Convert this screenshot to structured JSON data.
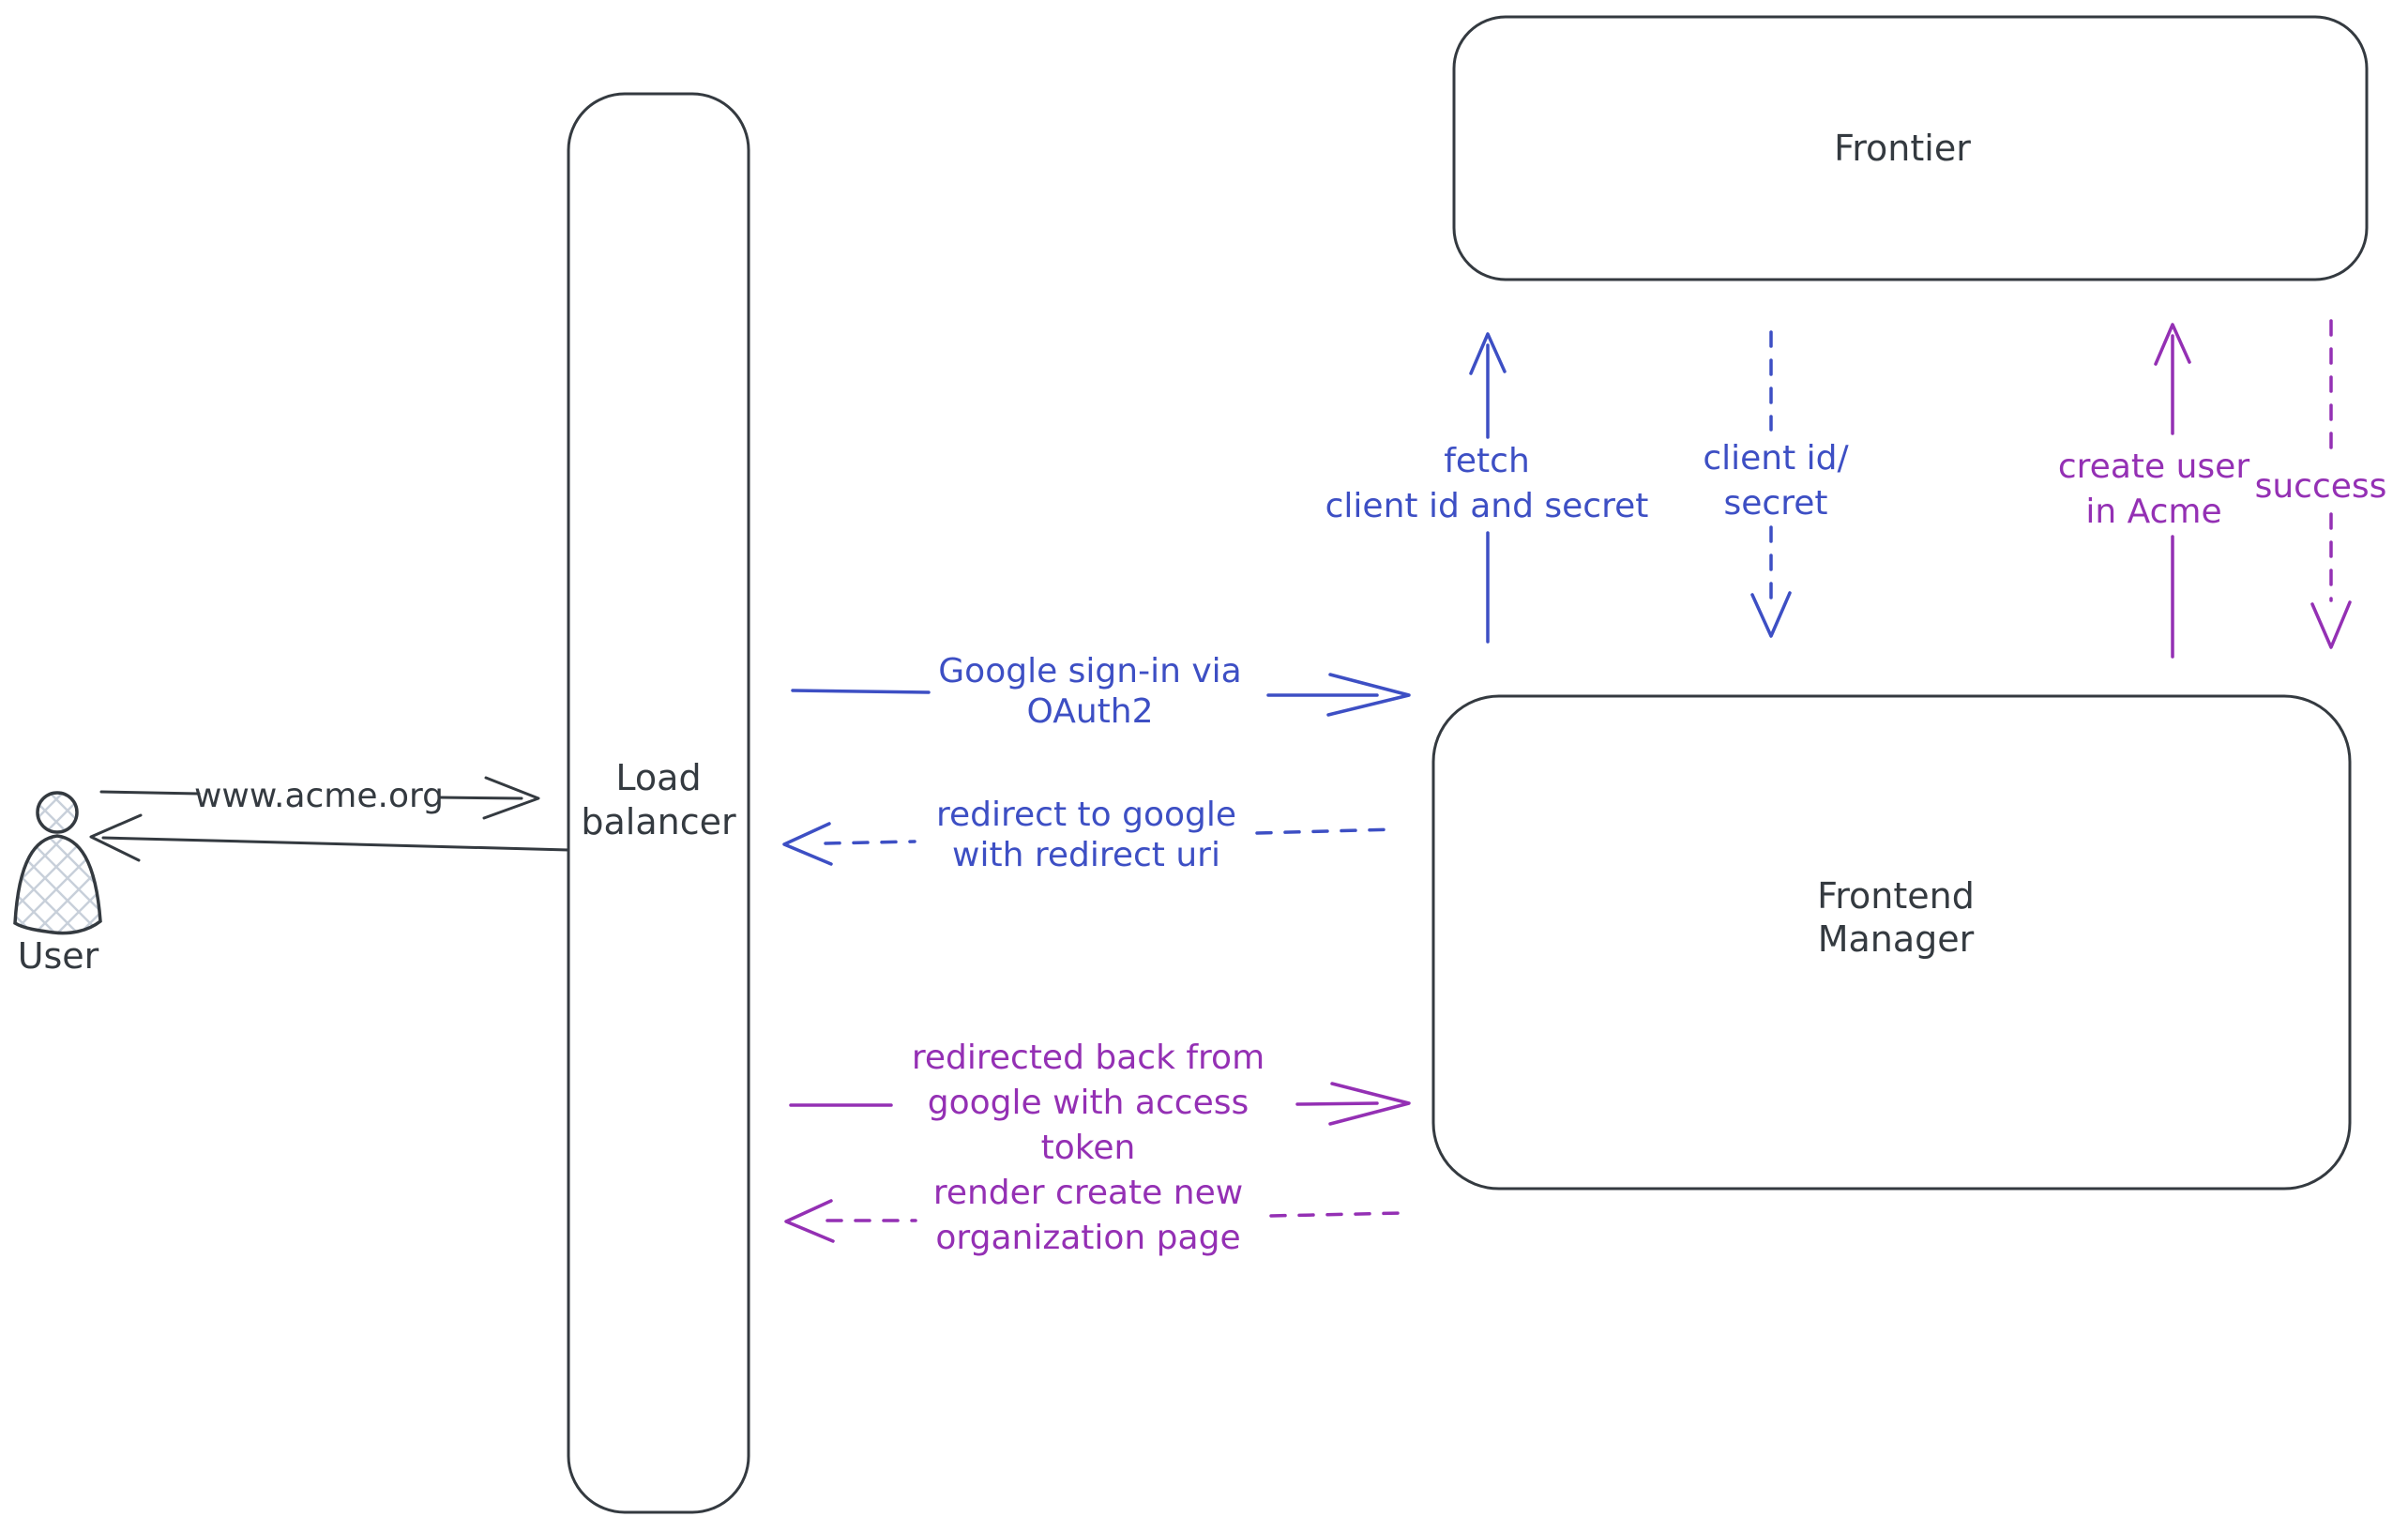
{
  "colors": {
    "background": "#ffffff",
    "ink": "#343a40",
    "blue": "#3d4fc4",
    "purple": "#9430b4",
    "hatch": "#c8d0da"
  },
  "nodes": {
    "user": {
      "label": "User",
      "icon": "person-icon"
    },
    "load_balancer": {
      "label": "Load\nbalancer"
    },
    "frontier": {
      "label": "Frontier"
    },
    "frontend_manager": {
      "label": "Frontend\nManager"
    }
  },
  "edges": {
    "acme_url": {
      "label": "www.acme.org",
      "from": "user",
      "to": "load_balancer",
      "style": "solid",
      "direction": "right"
    },
    "lb_reply": {
      "label": "",
      "from": "load_balancer",
      "to": "user",
      "style": "solid",
      "direction": "left"
    },
    "google_signin": {
      "label": "Google sign-in via\nOAuth2",
      "from": "load_balancer",
      "to": "frontend_manager",
      "style": "solid",
      "direction": "right"
    },
    "redirect_google": {
      "label": "redirect to google\nwith redirect uri",
      "from": "frontend_manager",
      "to": "load_balancer",
      "style": "dashed",
      "direction": "left"
    },
    "fetch_secret": {
      "label": "fetch\nclient id and secret",
      "from": "frontend_manager",
      "to": "frontier",
      "style": "solid",
      "direction": "up"
    },
    "client_id_secret": {
      "label": "client id/\nsecret",
      "from": "frontier",
      "to": "frontend_manager",
      "style": "dashed",
      "direction": "down"
    },
    "create_user": {
      "label": "create user\nin Acme",
      "from": "frontend_manager",
      "to": "frontier",
      "style": "solid",
      "direction": "up"
    },
    "success": {
      "label": "success",
      "from": "frontier",
      "to": "frontend_manager",
      "style": "dashed",
      "direction": "down"
    },
    "redirected_back": {
      "label": "redirected back from\ngoogle with access\ntoken",
      "from": "load_balancer",
      "to": "frontend_manager",
      "style": "solid",
      "direction": "right"
    },
    "render_org_page": {
      "label": "render create new\norganization page",
      "from": "frontend_manager",
      "to": "load_balancer",
      "style": "dashed",
      "direction": "left"
    }
  }
}
